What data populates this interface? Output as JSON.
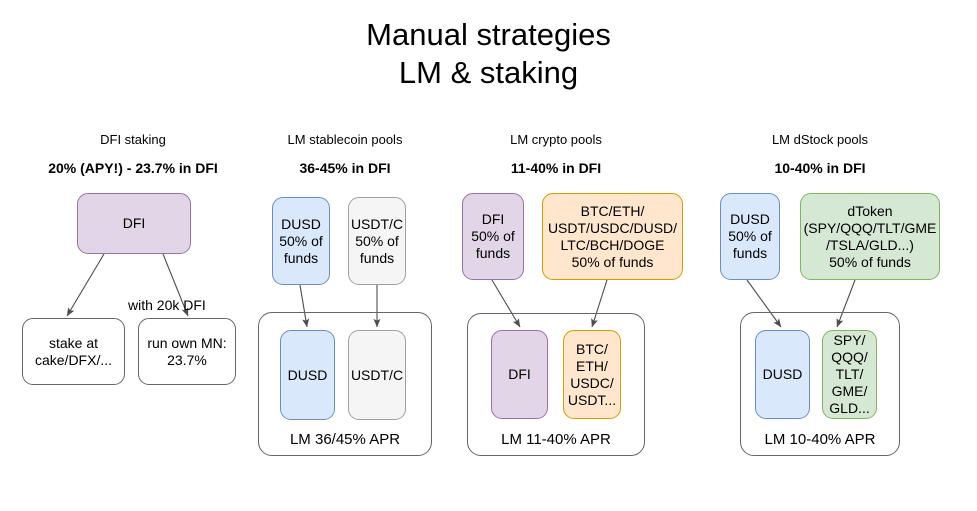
{
  "title": "Manual strategies\nLM & staking",
  "colors": {
    "purple_fill": "#e1d5e7",
    "purple_stroke": "#9673a6",
    "blue_fill": "#dae8fc",
    "blue_stroke": "#6c8ebf",
    "gray_fill": "#f5f5f5",
    "gray_stroke": "#a0a0a0",
    "orange_fill": "#ffe6cc",
    "orange_stroke": "#d79b00",
    "green_fill": "#d5e8d4",
    "green_stroke": "#82b366",
    "plain_fill": "#ffffff",
    "plain_stroke": "#666666",
    "edge_stroke": "#4d4d4d",
    "background": "#ffffff"
  },
  "columns": [
    {
      "id": "dfi-staking",
      "head": "DFI staking",
      "sub": "20% (APY!) - 23.7% in DFI",
      "source_nodes": [
        {
          "id": "dfi",
          "label": "DFI"
        }
      ],
      "edge_label": "with 20k DFI",
      "target_nodes": [
        {
          "id": "stake-at-cake",
          "label": "stake at\ncake/DFX/..."
        },
        {
          "id": "run-own-mn",
          "label": "run own MN:\n23.7%"
        }
      ]
    },
    {
      "id": "lm-stablecoin-pools",
      "head": "LM stablecoin pools",
      "sub": "36-45% in DFI",
      "source_nodes": [
        {
          "id": "dusd-50",
          "label": "DUSD\n50% of\nfunds"
        },
        {
          "id": "usdtc-50",
          "label": "USDT/C\n50% of\nfunds"
        }
      ],
      "pool_nodes": [
        {
          "id": "dusd",
          "label": "DUSD"
        },
        {
          "id": "usdtc",
          "label": "USDT/C"
        }
      ],
      "pool_label": "LM 36/45% APR"
    },
    {
      "id": "lm-crypto-pools",
      "head": "LM crypto pools",
      "sub": "11-40% in DFI",
      "source_nodes": [
        {
          "id": "dfi-50",
          "label": "DFI\n50% of\nfunds"
        },
        {
          "id": "crypto-basket-50",
          "label": "BTC/ETH/\nUSDT/USDC/DUSD/\nLTC/BCH/DOGE\n50% of funds"
        }
      ],
      "pool_nodes": [
        {
          "id": "dfi",
          "label": "DFI"
        },
        {
          "id": "crypto-basket",
          "label": "BTC/\nETH/\nUSDC/\nUSDT..."
        }
      ],
      "pool_label": "LM 11-40% APR"
    },
    {
      "id": "lm-dstock-pools",
      "head": "LM dStock pools",
      "sub": "10-40% in DFI",
      "source_nodes": [
        {
          "id": "dusd-50",
          "label": "DUSD\n50% of\nfunds"
        },
        {
          "id": "dtoken-50",
          "label": "dToken\n(SPY/QQQ/TLT/GME\n/TSLA/GLD...)\n50% of funds"
        }
      ],
      "pool_nodes": [
        {
          "id": "dusd",
          "label": "DUSD"
        },
        {
          "id": "dstock-basket",
          "label": "SPY/\nQQQ/\nTLT/\nGME/\nGLD..."
        }
      ],
      "pool_label": "LM 10-40% APR"
    }
  ]
}
